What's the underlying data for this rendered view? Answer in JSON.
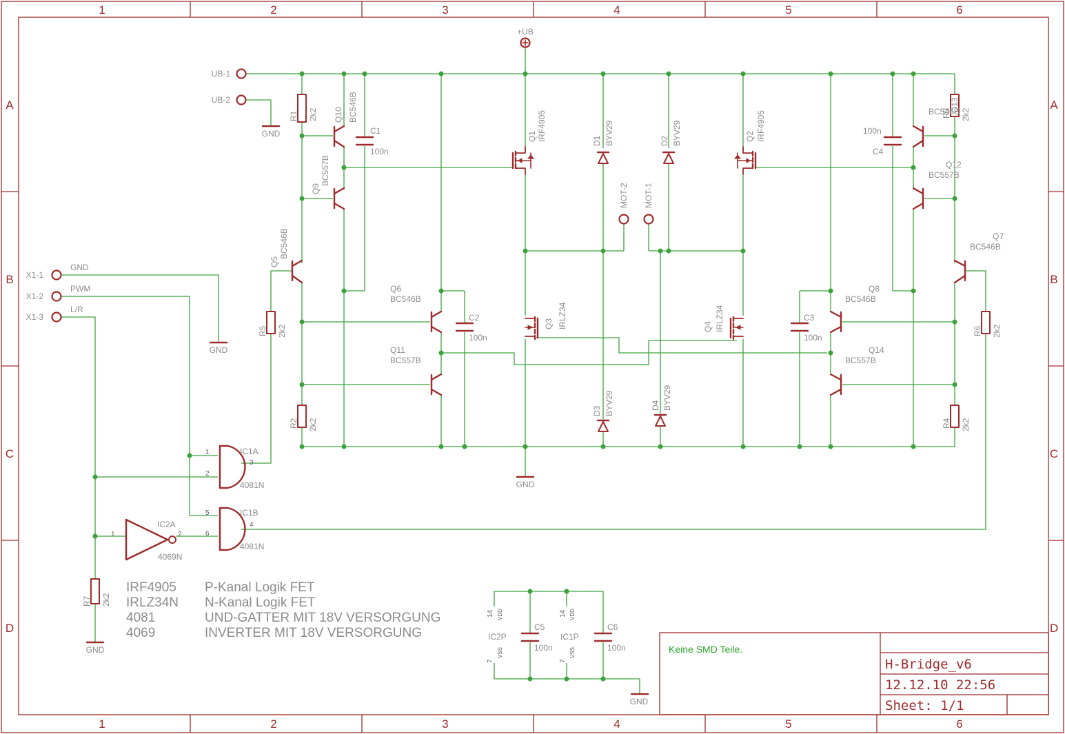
{
  "border": {
    "cols": [
      "1",
      "2",
      "3",
      "4",
      "5",
      "6"
    ],
    "rows": [
      "A",
      "B",
      "C",
      "D"
    ]
  },
  "title_block": {
    "note": "Keine SMD Teile.",
    "name": "H-Bridge_v6",
    "datetime": "12.12.10 22:56",
    "sheet": "Sheet: 1/1"
  },
  "legend": [
    {
      "part": "IRF4905",
      "desc": "P-Kanal Logik FET"
    },
    {
      "part": "IRLZ34N",
      "desc": "N-Kanal Logik FET"
    },
    {
      "part": "4081",
      "desc": "UND-GATTER MIT 18V VERSORGUNG"
    },
    {
      "part": "4069",
      "desc": "INVERTER MIT 18V VERSORGUNG"
    }
  ],
  "connectors": {
    "ub": "+UB",
    "ub1": "UB-1",
    "ub2": "UB-2",
    "x11": "X1-1",
    "x12": "X1-2",
    "x13": "X1-3",
    "gnd_net": "GND",
    "pwm_net": "PWM",
    "lr_net": "L/R",
    "mot1": "MOT-1",
    "mot2": "MOT-2",
    "gnd": "GND"
  },
  "parts": {
    "R1": "R1",
    "R2": "R2",
    "R3": "R3",
    "R4": "R4",
    "R5": "R5",
    "R6": "R6",
    "R7": "R7",
    "res_val": "2k2",
    "C1": "C1",
    "C2": "C2",
    "C3": "C3",
    "C4": "C4",
    "C5": "C5",
    "C6": "C6",
    "cap_val": "100n",
    "Q1": "Q1",
    "Q2": "Q2",
    "Q3": "Q3",
    "Q4": "Q4",
    "Q5": "Q5",
    "Q6": "Q6",
    "Q7": "Q7",
    "Q8": "Q8",
    "Q9": "Q9",
    "Q10": "Q10",
    "Q11": "Q11",
    "Q12": "Q12",
    "Q13": "Q13",
    "Q14": "Q14",
    "irf": "IRF4905",
    "irlz": "IRLZ34",
    "npn": "BC546B",
    "pnp": "BC557B",
    "D1": "D1",
    "D2": "D2",
    "D3": "D3",
    "D4": "D4",
    "diode": "BYV29",
    "IC1A": "IC1A",
    "IC1B": "IC1B",
    "IC2A": "IC2A",
    "IC1P": "IC1P",
    "IC2P": "IC2P",
    "and_type": "4081N",
    "inv_type": "4069N",
    "vdd": "VDD",
    "vss": "VSS",
    "p1": "1",
    "p2": "2",
    "p3": "3",
    "p4": "4",
    "p5": "5",
    "p6": "6",
    "p7": "7",
    "p14": "14"
  },
  "colors": {
    "symbol": "#9e2b2b",
    "net": "#3ca23c",
    "label": "#8c8c8c",
    "note": "#2aa52a"
  }
}
